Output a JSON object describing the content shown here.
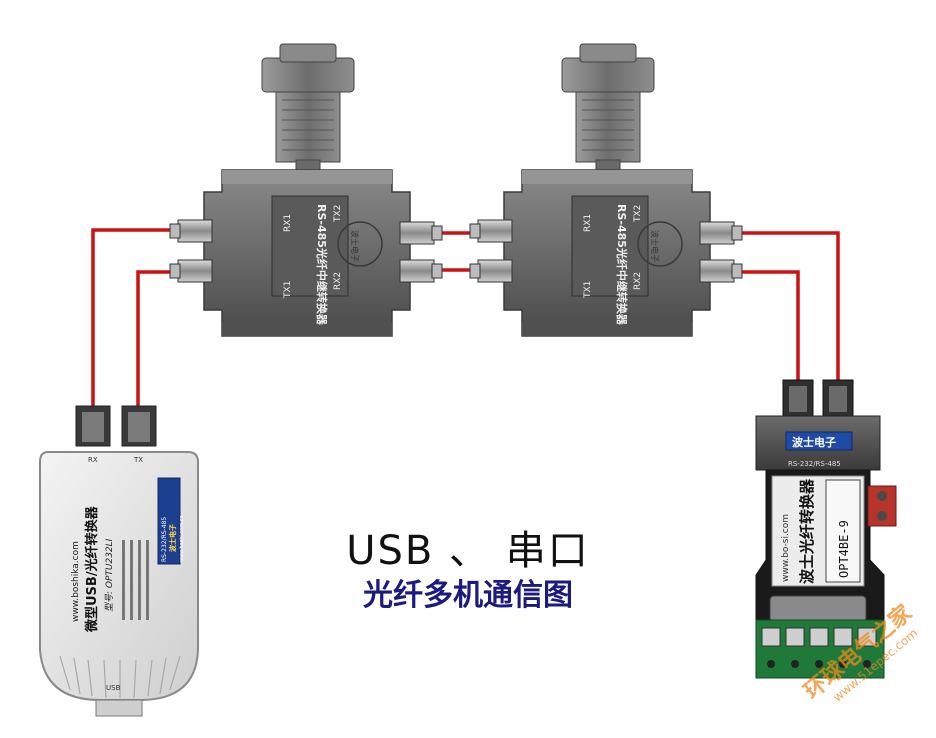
{
  "diagram": {
    "title_line1": "USB 、 串口",
    "title_line2": "光纤多机通信图"
  },
  "usb_converter": {
    "port_rx": "RX",
    "port_tx": "TX",
    "usb_label": "USB",
    "website": "www.boshika.com",
    "product_name": "微型USB/光纤转换器",
    "model": "型号: OPTU232LI",
    "badge_top": "RS-232/RS-485",
    "badge_brand": "波士电子",
    "badge_site": "www.boshi.com.cn"
  },
  "repeater_1": {
    "label_main": "RS-485光纤中继转换器",
    "tx1": "TX1",
    "rx1": "RX1",
    "tx2": "TX2",
    "rx2": "RX2",
    "brand_stamp": "波士电子"
  },
  "repeater_2": {
    "label_main": "RS-485光纤中继转换器",
    "tx1": "TX1",
    "rx1": "RX1",
    "tx2": "TX2",
    "rx2": "RX2",
    "brand_stamp": "波士电子"
  },
  "serial_converter": {
    "brand": "波士电子",
    "product_name": "波士光纤转换器",
    "website": "www.bo-si.com",
    "model": "OPT4BE-9",
    "top_text": "RS-232/RS-485"
  },
  "watermark": {
    "text": "环球电气之家",
    "url": "www.51epec.com"
  },
  "colors": {
    "fiber": "#cc1111",
    "device_gray": "#6b6b6b",
    "title_blue": "#1a1a80"
  }
}
